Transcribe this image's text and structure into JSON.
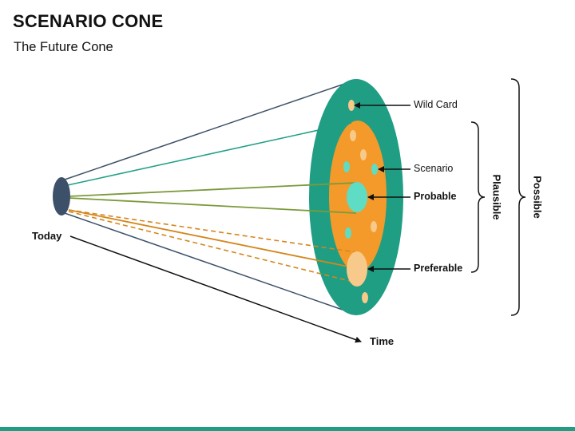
{
  "header": {
    "title": "SCENARIO CONE",
    "subtitle": "The Future Cone"
  },
  "labels": {
    "today": "Today",
    "time": "Time",
    "wild_card": "Wild Card",
    "scenario": "Scenario",
    "probable": "Probable",
    "preferable": "Preferable",
    "plausible": "Plausible",
    "possible": "Possible"
  },
  "colors": {
    "outer_ring": "#1f9e84",
    "inner_ellipse": "#f39a2b",
    "teal_dot": "#5fdcc4",
    "peach_dot": "#f7c98a",
    "origin": "#3d5069",
    "green_line": "#7a9a3b",
    "orange_line": "#d4861c",
    "bottom_bar": "#1f9e84"
  }
}
